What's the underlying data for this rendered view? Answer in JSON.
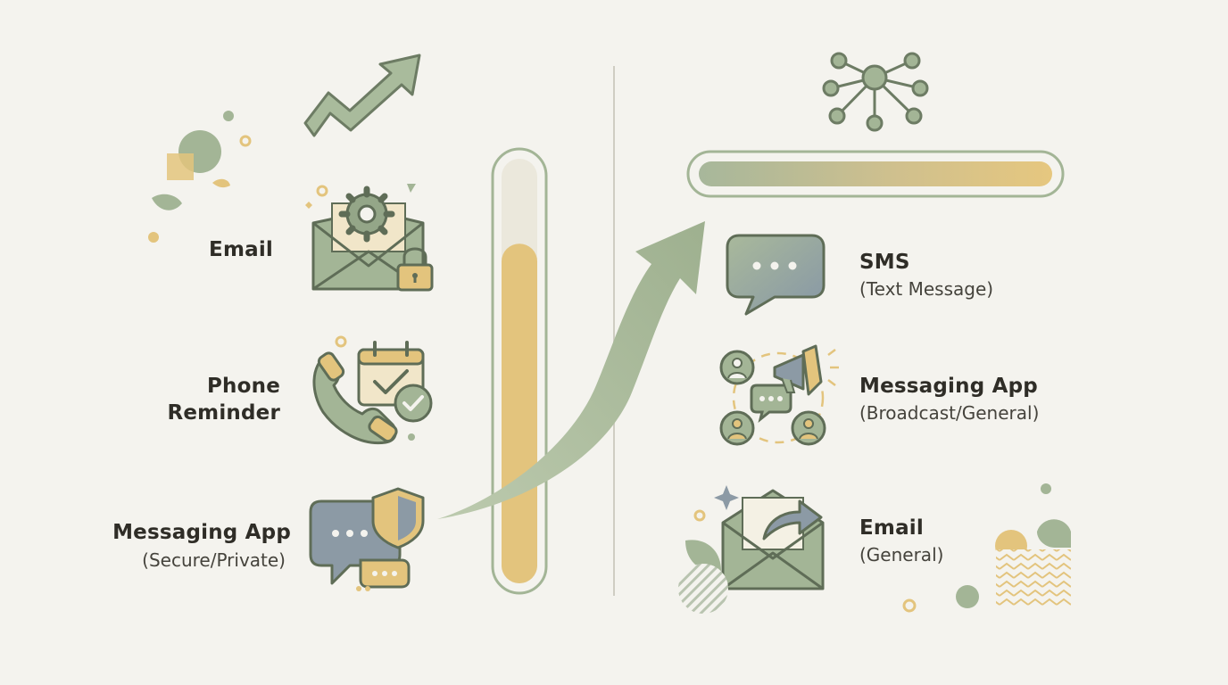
{
  "colors": {
    "background": "#f4f3ee",
    "sage": "#a3b596",
    "sage_dark": "#5f6d57",
    "gold": "#e3c47d",
    "slate": "#8c9aa5",
    "line": "#c9c7bd"
  },
  "left_column": {
    "items": [
      {
        "title": "Email",
        "subtitle": "",
        "icon": "envelope-gear-lock-icon"
      },
      {
        "title_line1": "Phone",
        "title_line2": "Reminder",
        "icon": "phone-calendar-check-icon"
      },
      {
        "title": "Messaging App",
        "subtitle": "(Secure/Private)",
        "icon": "chat-shield-icon"
      }
    ],
    "top_icon": "trend-up-arrow-icon"
  },
  "vertical_gauge": {
    "fill_fraction": 0.8,
    "icon": "vertical-gauge"
  },
  "right_column": {
    "top_icon": "network-hub-icon",
    "horizontal_gauge": {
      "fill_fraction": 1.0
    },
    "items": [
      {
        "title": "SMS",
        "subtitle": "(Text Message)",
        "icon": "sms-bubble-icon"
      },
      {
        "title": "Messaging App",
        "subtitle": "(Broadcast/General)",
        "icon": "broadcast-group-icon"
      },
      {
        "title": "Email",
        "subtitle": "(General)",
        "icon": "envelope-forward-icon"
      }
    ]
  },
  "connector": {
    "icon": "curved-transition-arrow-icon"
  }
}
